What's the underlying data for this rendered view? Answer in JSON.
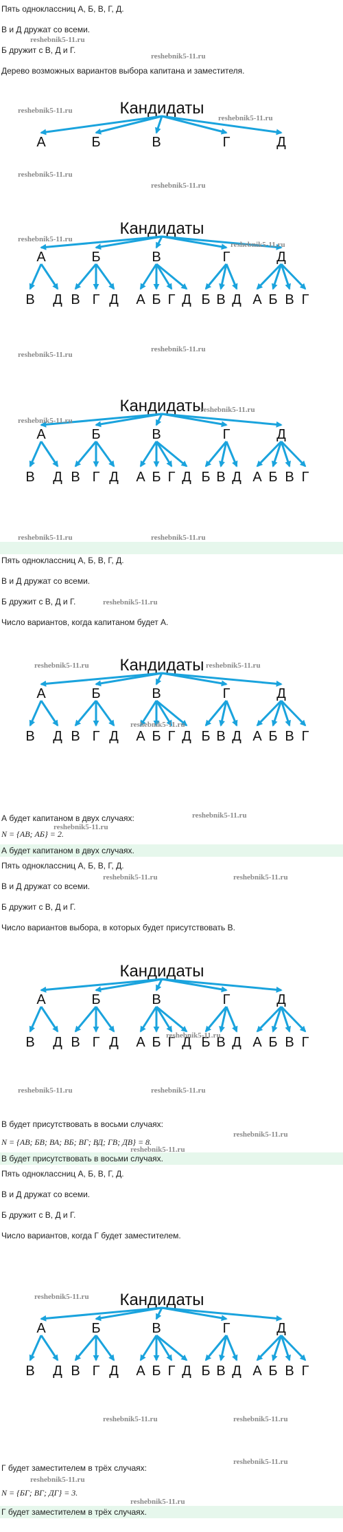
{
  "watermark": "reshebnik5-11.ru",
  "tree": {
    "root": "Кандидаты",
    "level1": [
      "А",
      "Б",
      "В",
      "Г",
      "Д"
    ],
    "level2": [
      [
        "В",
        "Д"
      ],
      [
        "В",
        "Г",
        "Д"
      ],
      [
        "А",
        "Б",
        "Г",
        "Д"
      ],
      [
        "Б",
        "В",
        "Д"
      ],
      [
        "А",
        "Б",
        "В",
        "Г"
      ]
    ]
  },
  "s1": {
    "intro": "Пять одноклассниц А, Б, В, Г, Д.",
    "friends1": "В и Д дружат со всеми.",
    "friends2": "Б дружит с В, Д и Г.",
    "tree_title": "Дерево возможных вариантов выбора капитана и заместителя."
  },
  "s2": {
    "intro": "Пять одноклассниц А, Б, В, Г, Д.",
    "friends1": "В и Д дружат со всеми.",
    "friends2": "Б дружит с В, Д и Г.",
    "question": "Число вариантов, когда капитаном будет А.",
    "answer_line": "А будет капитаном в двух случаях:",
    "formula": "N = {АВ; АБ} = 2.",
    "result": "А будет капитаном в двух случаях."
  },
  "s3": {
    "intro": "Пять одноклассниц А, Б, В, Г, Д.",
    "friends1": "В и Д дружат со всеми.",
    "friends2": "Б дружит с В, Д и Г.",
    "question": "Число вариантов выбора, в которых будет присутствовать В.",
    "answer_line": "В будет присутствовать в восьми случаях:",
    "formula": "N = {АВ; БВ; ВА; ВБ; ВГ; ВД; ГВ; ДВ} = 8.",
    "result": "В будет присутствовать в восьми случаях."
  },
  "s4": {
    "intro": "Пять одноклассниц А, Б, В, Г, Д.",
    "friends1": "В и Д дружат со всеми.",
    "friends2": "Б дружит с В, Д и Г.",
    "question": "Число вариантов, когда Г будет заместителем.",
    "answer_line": "Г будет заместителем в трёх случаях:",
    "formula": "N = {БГ; ВГ; ДГ} = 3.",
    "result": "Г будет заместителем в трёх случаях."
  },
  "colors": {
    "arrow": "#1aa3dd",
    "band": "#e6f7ec",
    "watermark": "#8a8a8a"
  }
}
